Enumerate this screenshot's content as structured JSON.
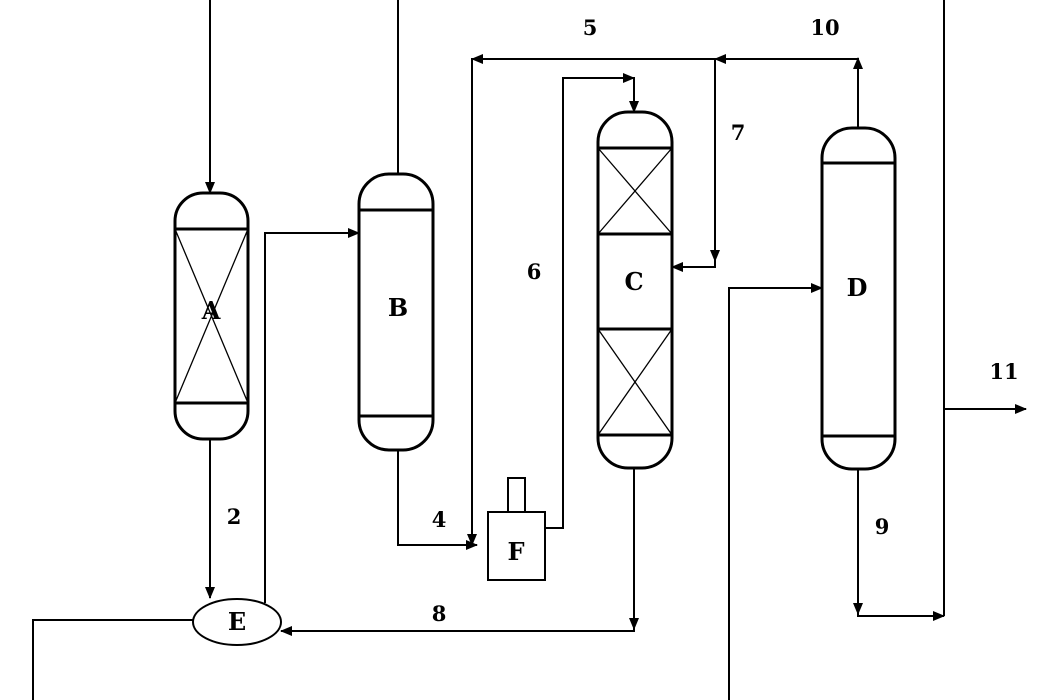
{
  "equipment": {
    "A": "A",
    "B": "B",
    "C": "C",
    "D": "D",
    "E": "E",
    "F": "F"
  },
  "streams": {
    "s2": "2",
    "s4": "4",
    "s5": "5",
    "s6": "6",
    "s7": "7",
    "s8": "8",
    "s9": "9",
    "s10": "10",
    "s11": "11"
  }
}
